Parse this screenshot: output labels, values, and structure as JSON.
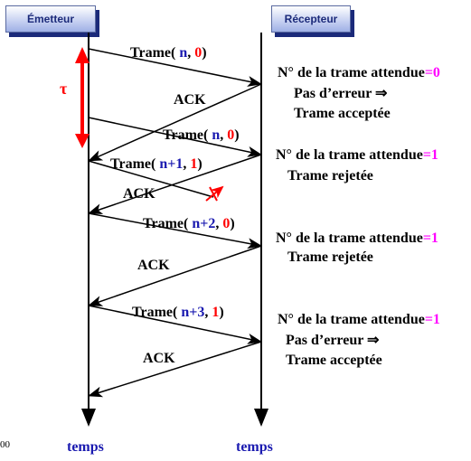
{
  "headers": {
    "sender": "Émetteur",
    "receiver": "Récepteur"
  },
  "tau": "τ",
  "page_number": "00",
  "time_labels": [
    "temps",
    "temps"
  ],
  "frames": [
    {
      "prefix": "Trame(",
      "seq": "n",
      "sep": ",",
      "bit": "0",
      "suffix": ")"
    },
    {
      "prefix": "Trame(",
      "seq": "n",
      "sep": ",",
      "bit": "0",
      "suffix": ")"
    },
    {
      "prefix": "Trame(",
      "seq": "n+1",
      "sep": ",",
      "bit": "1",
      "suffix": ")"
    },
    {
      "prefix": "Trame(",
      "seq": "n+2",
      "sep": ",",
      "bit": "0",
      "suffix": ")"
    },
    {
      "prefix": "Trame(",
      "seq": "n+3",
      "sep": ",",
      "bit": "1",
      "suffix": ")"
    }
  ],
  "acks": [
    "ACK",
    "ACK",
    "ACK",
    "ACK"
  ],
  "notes": [
    {
      "head": "N° de la trame attendue",
      "value": "=0",
      "lines": [
        "Pas d’erreur ⇒",
        "Trame acceptée"
      ]
    },
    {
      "head": "N° de la trame attendue",
      "value": "=1",
      "lines": [
        "Trame rejetée"
      ]
    },
    {
      "head": "N° de la trame attendue",
      "value": "=1",
      "lines": [
        "Trame rejetée"
      ]
    },
    {
      "head": "N° de la trame attendue",
      "value": "=1",
      "lines": [
        "Pas d’erreur ⇒",
        "Trame acceptée"
      ]
    }
  ],
  "colors": {
    "frame_seq": "#1a1ab0",
    "frame_bit": "#ff0000",
    "expected_value": "#ff00ff",
    "tau": "#ff0000",
    "arrow": "#000000",
    "header_text": "#1b2a7a"
  }
}
